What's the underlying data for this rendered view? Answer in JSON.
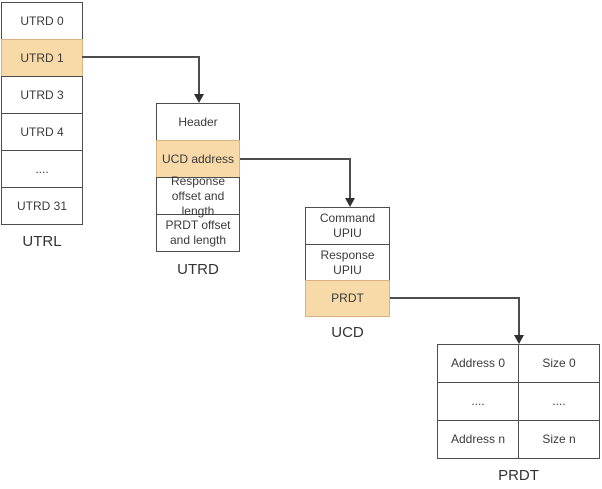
{
  "colors": {
    "highlight_fill": "#F8D9A8",
    "highlight_border": "#D9B282",
    "cell_border": "#4D4D4D",
    "connector": "#4D4D4D",
    "text": "#3A3A3A",
    "background": "#FFFFFF"
  },
  "tables": {
    "utrl": {
      "label": "UTRL",
      "rows": [
        {
          "text": "UTRD 0",
          "highlight": false
        },
        {
          "text": "UTRD 1",
          "highlight": true
        },
        {
          "text": "UTRD 3",
          "highlight": false
        },
        {
          "text": "UTRD 4",
          "highlight": false
        },
        {
          "text": "....",
          "highlight": false
        },
        {
          "text": "UTRD 31",
          "highlight": false
        }
      ]
    },
    "utrd": {
      "label": "UTRD",
      "rows": [
        {
          "text": "Header",
          "highlight": false
        },
        {
          "text": "UCD address",
          "highlight": true
        },
        {
          "text": "Response offset and length",
          "highlight": false
        },
        {
          "text": "PRDT offset and length",
          "highlight": false
        }
      ]
    },
    "ucd": {
      "label": "UCD",
      "rows": [
        {
          "text": "Command UPIU",
          "highlight": false
        },
        {
          "text": "Response UPIU",
          "highlight": false
        },
        {
          "text": "PRDT",
          "highlight": true
        }
      ]
    },
    "prdt": {
      "label": "PRDT",
      "rows": [
        {
          "cells": [
            "Address 0",
            "Size 0"
          ]
        },
        {
          "cells": [
            "....",
            "...."
          ]
        },
        {
          "cells": [
            "Address n",
            "Size n"
          ]
        }
      ]
    }
  },
  "connectors": [
    {
      "from": "utrl-row-utrd-1",
      "to": "utrd-table-top"
    },
    {
      "from": "utrd-row-ucd-address",
      "to": "ucd-table-top"
    },
    {
      "from": "ucd-row-prdt",
      "to": "prdt-table-top"
    }
  ]
}
